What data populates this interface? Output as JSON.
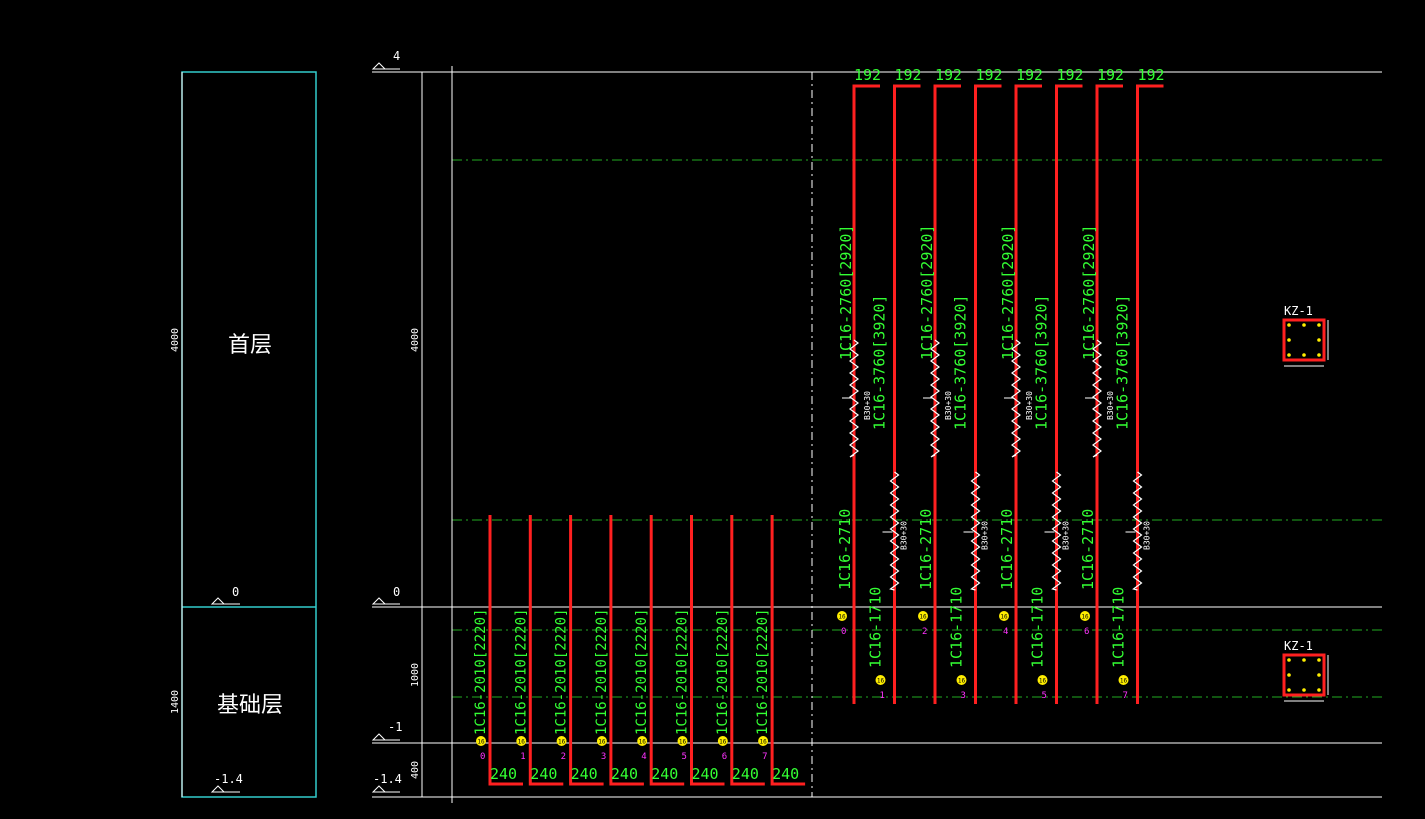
{
  "floors": {
    "top_level": "4",
    "ground_level": "0",
    "foundation_level": "-1",
    "bottom_level": "-1.4",
    "first_floor_name": "首层",
    "foundation_name": "基础层",
    "first_floor_height": "4000",
    "foundation_height": "1400",
    "dim_4000": "4000",
    "dim_1000": "1000",
    "dim_400": "400"
  },
  "bars": {
    "top_hook_label": "192",
    "top_hook_count": 8,
    "bottom_hook_label": "240",
    "foundation_bar_label": "1C16-2010[2220]",
    "upper_long_label": "1C16-2760[2920]",
    "upper_long_label_b": "1C16-3760[3920]",
    "lower_short_label": "1C16-2710",
    "lower_short_label_b": "1C16-1710",
    "splice_label": "B30+30",
    "marker_text": "16",
    "foundation_indices": [
      "0",
      "1",
      "2",
      "3",
      "4",
      "5",
      "6",
      "7"
    ],
    "upper_indices_even": [
      "0",
      "2",
      "4",
      "6"
    ],
    "upper_indices_odd": [
      "1",
      "3",
      "5",
      "7"
    ]
  },
  "sections": {
    "column_name": "KZ-1"
  },
  "colors": {
    "bar": "#ff2020",
    "text": "#33ff33",
    "index": "#ff33ff",
    "line": "#ffffff",
    "guide": "#22aa22",
    "frame": "#33cccc",
    "marker": "#ffee00"
  }
}
